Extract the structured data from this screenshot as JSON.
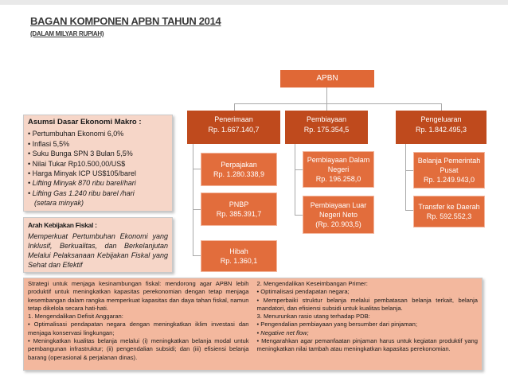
{
  "title": "BAGAN KOMPONEN APBN TAHUN 2014",
  "subtitle": "(DALAM MILYAR RUPIAH)",
  "apbn": "APBN",
  "branches": {
    "penerimaan": {
      "label": "Penerimaan",
      "value": "Rp. 1.667.140,7"
    },
    "pembiayaan": {
      "label": "Pembiayaan",
      "value": "Rp. 175.354,5"
    },
    "pengeluaran": {
      "label": "Pengeluaran",
      "value": "Rp. 1.842.495,3"
    }
  },
  "penerimaan_items": [
    {
      "label": "Perpajakan",
      "value": "Rp. 1.280.338,9"
    },
    {
      "label": "PNBP",
      "value": "Rp. 385.391,7"
    },
    {
      "label": "Hibah",
      "value": "Rp. 1.360,1"
    }
  ],
  "pembiayaan_items": [
    {
      "label": "Pembiayaan Dalam Negeri",
      "value": "Rp. 196.258,0"
    },
    {
      "label": "Pembiayaan Luar Negeri Neto",
      "value": "(Rp. 20.903,5)"
    }
  ],
  "pengeluaran_items": [
    {
      "label": "Belanja Pemerintah Pusat",
      "value": "Rp. 1.249.943,0"
    },
    {
      "label": "Transfer ke Daerah",
      "value": "Rp. 592.552,3"
    }
  ],
  "asumsi": {
    "heading": "Asumsi Dasar Ekonomi Makro :",
    "items": [
      "• Pertumbuhan Ekonomi 6,0%",
      "• Inflasi 5,5%",
      "• Suku Bunga SPN 3 Bulan 5,5%",
      "• Nilai Tukar Rp10.500,00/US$",
      "• Harga Minyak ICP US$105/barel",
      "• Lifting Minyak 870 ribu barel/hari",
      "• Lifting Gas 1.240 ribu barel /hari",
      "(setara minyak)"
    ]
  },
  "arah": {
    "heading": "Arah Kebijakan Fiskal :",
    "body": "Memperkuat Pertumbuhan Ekonomi yang Inklusif, Berkualitas, dan Berkelanjutan Melalui Pelaksanaan Kebijakan Fiskal yang Sehat dan Efektif"
  },
  "strategi": {
    "left": [
      "Strategi untuk menjaga kesinambungan fiskal: mendorong agar APBN lebih produktif untuk meningkatkan kapasitas perekonomian dengan tetap menjaga kesembangan dalam rangka memperkuat kapasitas dan daya tahan fiskal, namun tetap dikelola secara hati-hati.",
      "1. Mengendalikan Defisit Anggaran:",
      "• Optimalisasi pendapatan negara dengan meningkatkan iklim investasi dan menjaga konservasi lingkungan;",
      "• Meningkatkan kualitas belanja melalui (i) meningkatkan belanja modal untuk pembangunan infrastruktur; (ii) pengendalian subsidi; dan (iii) efisiensi belanja barang (operasional & perjalanan dinas)."
    ],
    "right": [
      "2. Mengendalikan Keseimbangan Primer:",
      "• Optimalisasi pendapatan negara;",
      "• Memperbaiki struktur belanja melalui pembatasan belanja terkait, belanja mandatori, dan efisiensi subsidi untuk kualitas belanja.",
      "3. Menurunkan rasio utang terhadap PDB:",
      "• Pengendalian pembiayaan yang bersumber dari pinjaman;",
      "• Negative net flow;",
      "• Mengarahkan agar pemanfaatan pinjaman harus untuk kegiatan produktif yang meningkatkan nilai tambah atau meningkatkan kapasitas perekonomian."
    ]
  },
  "colors": {
    "dark_box": "#bf4a1d",
    "sub_box": "#e26d3c",
    "apbn_box": "#e06836",
    "panel": "#f6d6c8",
    "strategi_panel": "#f3b89e"
  }
}
